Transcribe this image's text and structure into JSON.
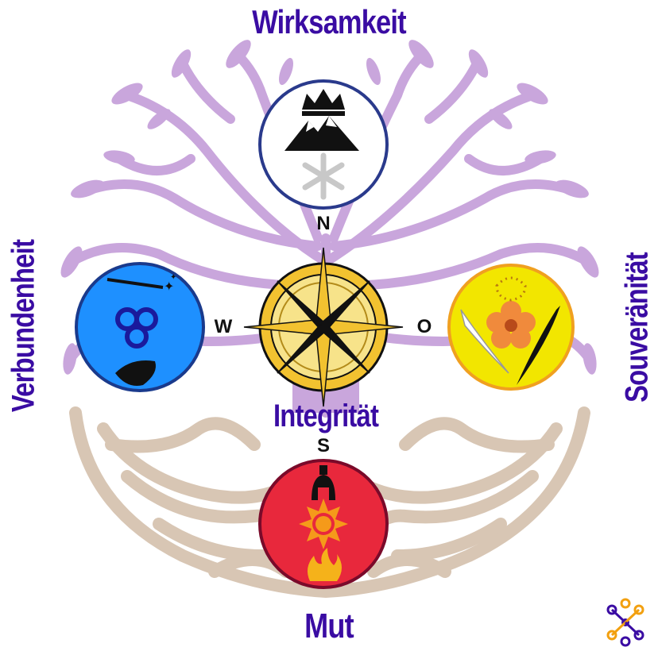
{
  "labels": {
    "north": "Wirksamkeit",
    "south": "Mut",
    "west": "Verbundenheit",
    "east": "Souveränität",
    "center": "Integrität"
  },
  "compass": {
    "n": "N",
    "s": "S",
    "w": "W",
    "o": "O"
  },
  "colors": {
    "label": "#3a0ca3",
    "tree_canopy": "#c9a6dc",
    "tree_roots": "#d8c6b4",
    "north_circle_border": "#2a3a8c",
    "west_circle": "#1e90ff",
    "east_circle": "#f2e600",
    "south_circle": "#e8283c",
    "compass_gold": "#f2c230"
  },
  "icons": {
    "north": [
      "crown-icon",
      "mountain-icon",
      "snowflake-icon"
    ],
    "west": [
      "magic-wand-icon",
      "triskele-icon",
      "oak-leaf-icon"
    ],
    "east": [
      "flower-icon",
      "white-feather-icon",
      "black-feather-icon"
    ],
    "south": [
      "spartan-helmet-icon",
      "sun-icon",
      "flame-icon"
    ],
    "corner": "network-logo-icon"
  }
}
